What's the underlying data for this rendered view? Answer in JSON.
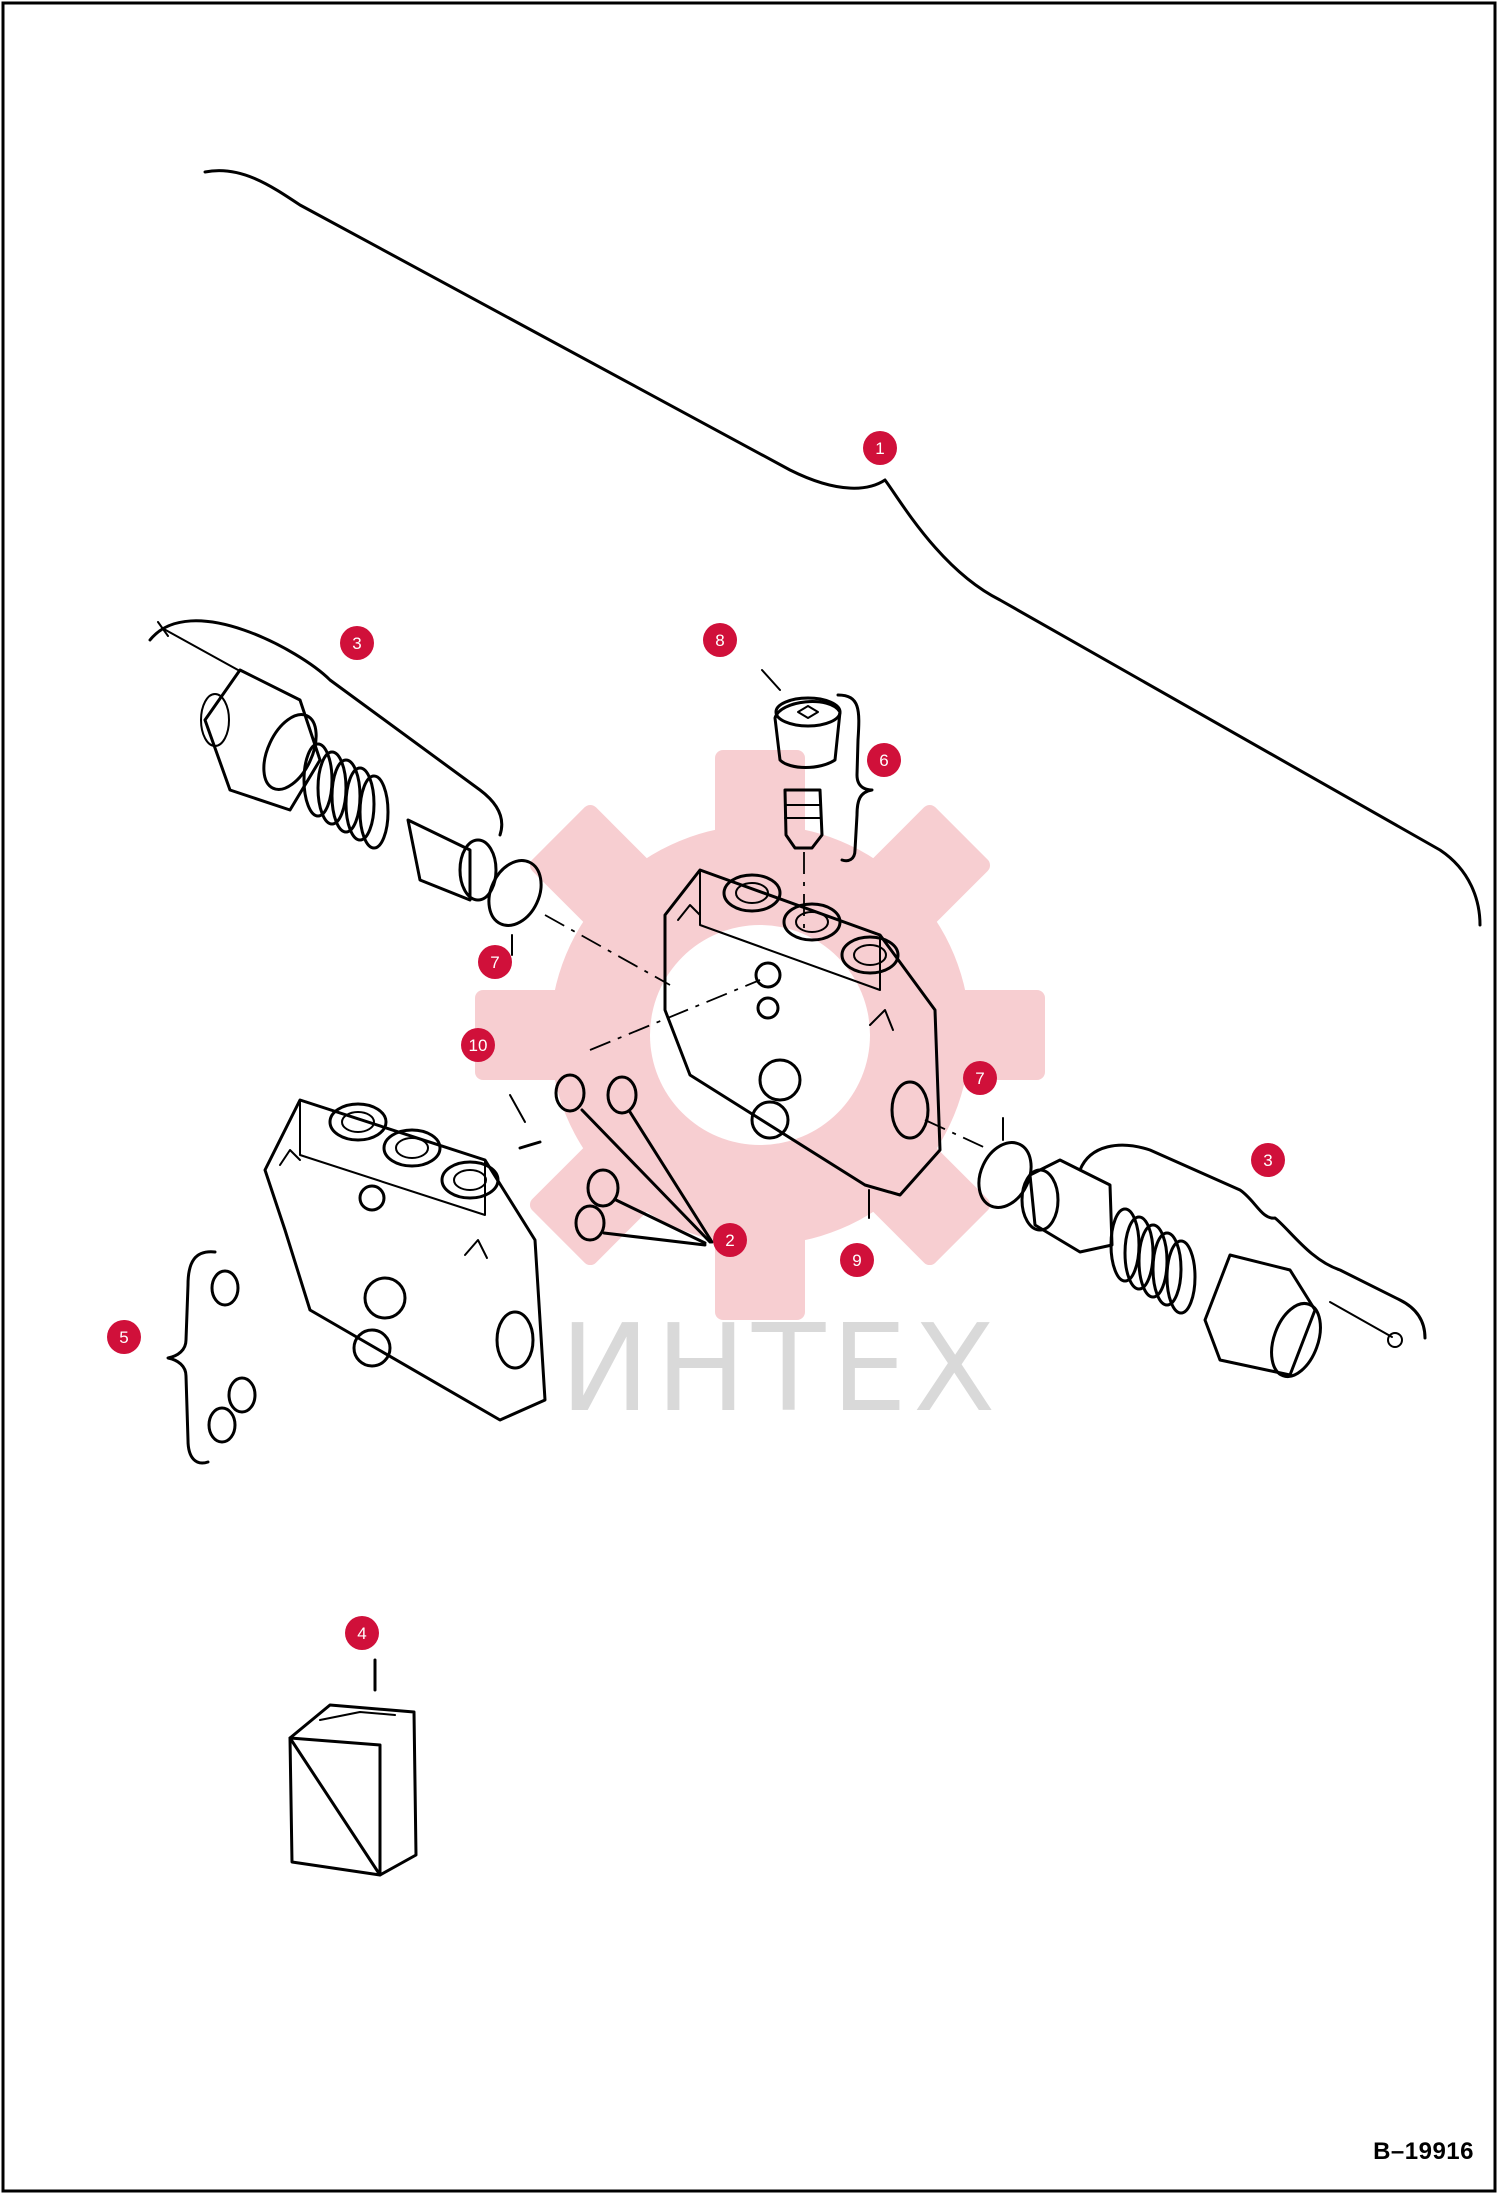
{
  "diagram": {
    "drawing_number": "B–19916",
    "watermark": "ИНТЕХ",
    "callouts": [
      {
        "id": "c1",
        "label": "1"
      },
      {
        "id": "c2",
        "label": "2"
      },
      {
        "id": "c3a",
        "label": "3"
      },
      {
        "id": "c3b",
        "label": "3"
      },
      {
        "id": "c4",
        "label": "4"
      },
      {
        "id": "c5",
        "label": "5"
      },
      {
        "id": "c6",
        "label": "6"
      },
      {
        "id": "c7a",
        "label": "7"
      },
      {
        "id": "c7b",
        "label": "7"
      },
      {
        "id": "c8",
        "label": "8"
      },
      {
        "id": "c9",
        "label": "9"
      },
      {
        "id": "c10",
        "label": "10"
      }
    ],
    "colors": {
      "callout": "#d0103a",
      "watermark_gear": "#f7c9cd",
      "line": "#000000",
      "background": "#ffffff"
    }
  }
}
